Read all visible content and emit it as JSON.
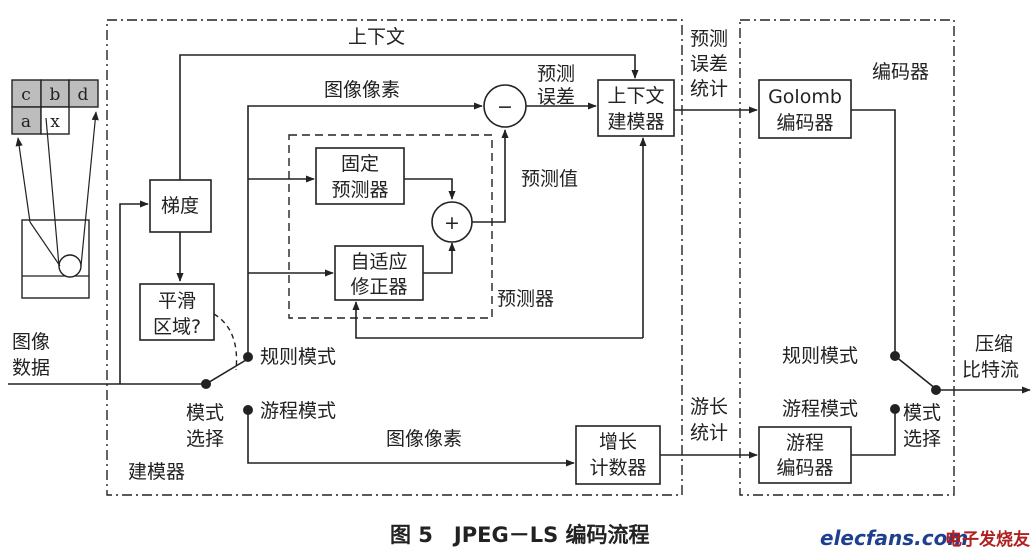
{
  "caption": "图 5　JPEG－LS 编码流程",
  "watermark": {
    "site": "elecfans.com",
    "site_name": "电子发烧友"
  },
  "neighborhood": {
    "cells": [
      "c",
      "b",
      "d",
      "a",
      "x"
    ]
  },
  "labels": {
    "context_top": "上下文",
    "pixel_top": "图像像素",
    "pred_error_1": "预测",
    "pred_error_2": "误差",
    "pred_value": "预测值",
    "predictor": "预测器",
    "error_stats_1": "预测",
    "error_stats_2": "误差",
    "error_stats_3": "统计",
    "encoder_region": "编码器",
    "image_data_1": "图像",
    "image_data_2": "数据",
    "regular_mode_left": "规则模式",
    "run_mode_left": "游程模式",
    "mode_select_left_1": "模式",
    "mode_select_left_2": "选择",
    "modeler": "建模器",
    "pixel_bottom": "图像像素",
    "run_stats_1": "游长",
    "run_stats_2": "统计",
    "regular_mode_right": "规则模式",
    "run_mode_right": "游程模式",
    "mode_select_right_1": "模式",
    "mode_select_right_2": "选择",
    "compressed_1": "压缩",
    "compressed_2": "比特流",
    "minus_symbol": "−",
    "plus_symbol": "+"
  },
  "boxes": {
    "gradient": "梯度",
    "flat_1": "平滑",
    "flat_2": "区域?",
    "fixed_1": "固定",
    "fixed_2": "预测器",
    "adaptive_1": "自适应",
    "adaptive_2": "修正器",
    "context_1": "上下文",
    "context_2": "建模器",
    "golomb_1": "Golomb",
    "golomb_2": "编码器",
    "counter_1": "增长",
    "counter_2": "计数器",
    "run_enc_1": "游程",
    "run_enc_2": "编码器"
  }
}
